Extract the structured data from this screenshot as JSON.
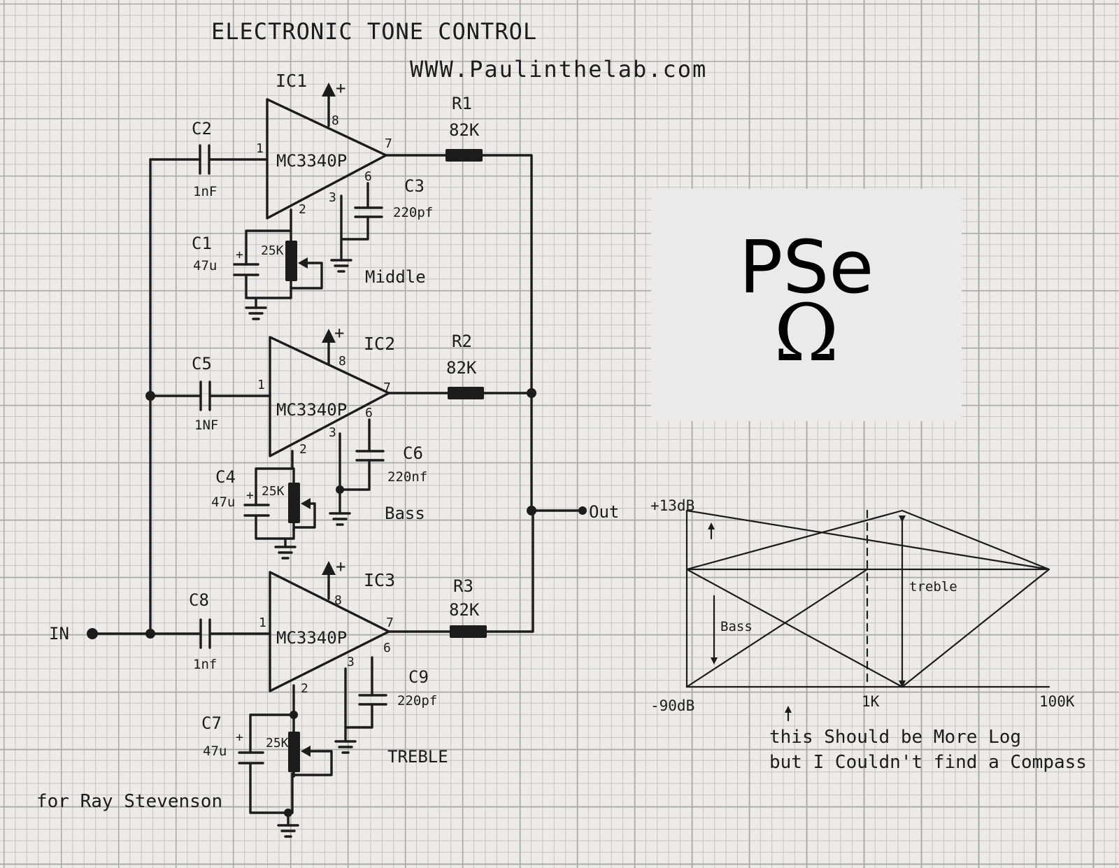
{
  "title": "ELECTRONIC TONE CONTROL",
  "url": "WWW.Paulinthelab.com",
  "dedication": "for Ray Stevenson",
  "logo": {
    "text": "PSe",
    "symbol": "Ω"
  },
  "input_label": "IN",
  "output_label": "Out",
  "stages": [
    {
      "ic": "IC1",
      "chip": "MC3340P",
      "supply": "+",
      "cap_in": {
        "name": "C2",
        "value": "1nF"
      },
      "cap_fb": {
        "name": "C3",
        "value": "220pf"
      },
      "cap_pot": {
        "name": "C1",
        "value": "47u"
      },
      "pot": "25K",
      "resistor": {
        "name": "R1",
        "value": "82K"
      },
      "control": "Middle",
      "pins": {
        "in": "1",
        "ctrl": "2",
        "gnd": "3",
        "freq": "6",
        "out": "7",
        "vcc": "8"
      }
    },
    {
      "ic": "IC2",
      "chip": "MC3340P",
      "supply": "+",
      "cap_in": {
        "name": "C5",
        "value": "1NF"
      },
      "cap_fb": {
        "name": "C6",
        "value": "220nf"
      },
      "cap_pot": {
        "name": "C4",
        "value": "47u"
      },
      "pot": "25K",
      "resistor": {
        "name": "R2",
        "value": "82K"
      },
      "control": "Bass",
      "pins": {
        "in": "1",
        "ctrl": "2",
        "gnd": "3",
        "freq": "6",
        "out": "7",
        "vcc": "8"
      }
    },
    {
      "ic": "IC3",
      "chip": "MC3340P",
      "supply": "+",
      "cap_in": {
        "name": "C8",
        "value": "1nf"
      },
      "cap_fb": {
        "name": "C9",
        "value": "220pf"
      },
      "cap_pot": {
        "name": "C7",
        "value": "47u"
      },
      "pot": "25K",
      "resistor": {
        "name": "R3",
        "value": "82K"
      },
      "control": "TREBLE",
      "pins": {
        "in": "1",
        "ctrl": "2",
        "gnd": "3",
        "freq": "6",
        "out": "7",
        "vcc": "8"
      }
    }
  ],
  "graph": {
    "y_top": "+13dB",
    "y_bottom": "-90dB",
    "x_mid": "1K",
    "x_end": "100K",
    "bass_label": "Bass",
    "treble_label": "treble",
    "note": [
      "this Should be More Log",
      "but I Couldn't find a Compass"
    ]
  }
}
